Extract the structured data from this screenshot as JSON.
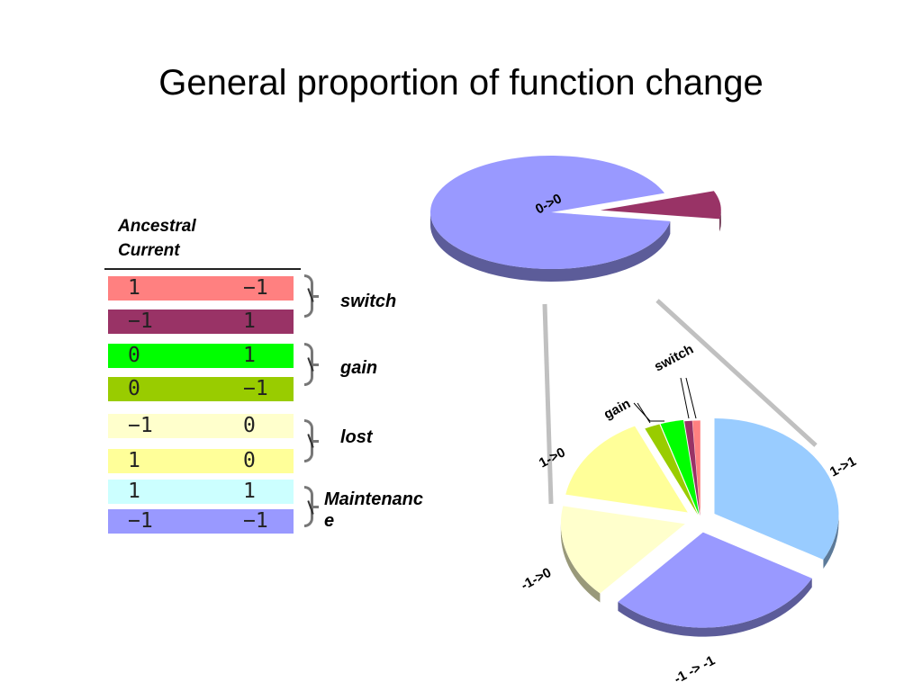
{
  "title": "General proportion of function change",
  "legend": {
    "header_ancestral": "Ancestral",
    "header_current": "Current",
    "rows": [
      {
        "ancestral": "1",
        "current": "−1",
        "color": "#ff8080"
      },
      {
        "ancestral": "−1",
        "current": "1",
        "color": "#993366"
      },
      {
        "ancestral": "0",
        "current": "1",
        "color": "#00ff00"
      },
      {
        "ancestral": "0",
        "current": "−1",
        "color": "#99cc00"
      },
      {
        "ancestral": "−1",
        "current": "0",
        "color": "#ffffcc"
      },
      {
        "ancestral": "1",
        "current": "0",
        "color": "#ffff99"
      },
      {
        "ancestral": "1",
        "current": "1",
        "color": "#ccffff"
      },
      {
        "ancestral": "−1",
        "current": "−1",
        "color": "#9999ff"
      }
    ],
    "groups": [
      {
        "label": "switch"
      },
      {
        "label": "gain"
      },
      {
        "label": "lost"
      },
      {
        "label": "Maintenanc\ne"
      }
    ]
  },
  "chart_data": [
    {
      "type": "pie",
      "title": "",
      "slices": [
        {
          "label": "0->0",
          "value": 92,
          "color": "#9999ff"
        },
        {
          "label": "",
          "value": 8,
          "color": "#993366"
        }
      ]
    },
    {
      "type": "pie",
      "title": "",
      "slices": [
        {
          "label": "1->1",
          "value": 33,
          "color": "#99ccff"
        },
        {
          "label": "-1 -> -1",
          "value": 29,
          "color": "#9999ff"
        },
        {
          "label": "-1->0",
          "value": 16,
          "color": "#ffffcc"
        },
        {
          "label": "1->0",
          "value": 15,
          "color": "#ffff99"
        },
        {
          "label": "",
          "value": 2,
          "color": "#99cc00"
        },
        {
          "label": "",
          "value": 3,
          "color": "#00ff00"
        },
        {
          "label": "",
          "value": 1,
          "color": "#993366"
        },
        {
          "label": "",
          "value": 1,
          "color": "#ff8080"
        }
      ],
      "annotations": [
        {
          "text": "gain"
        },
        {
          "text": "switch"
        }
      ]
    }
  ]
}
